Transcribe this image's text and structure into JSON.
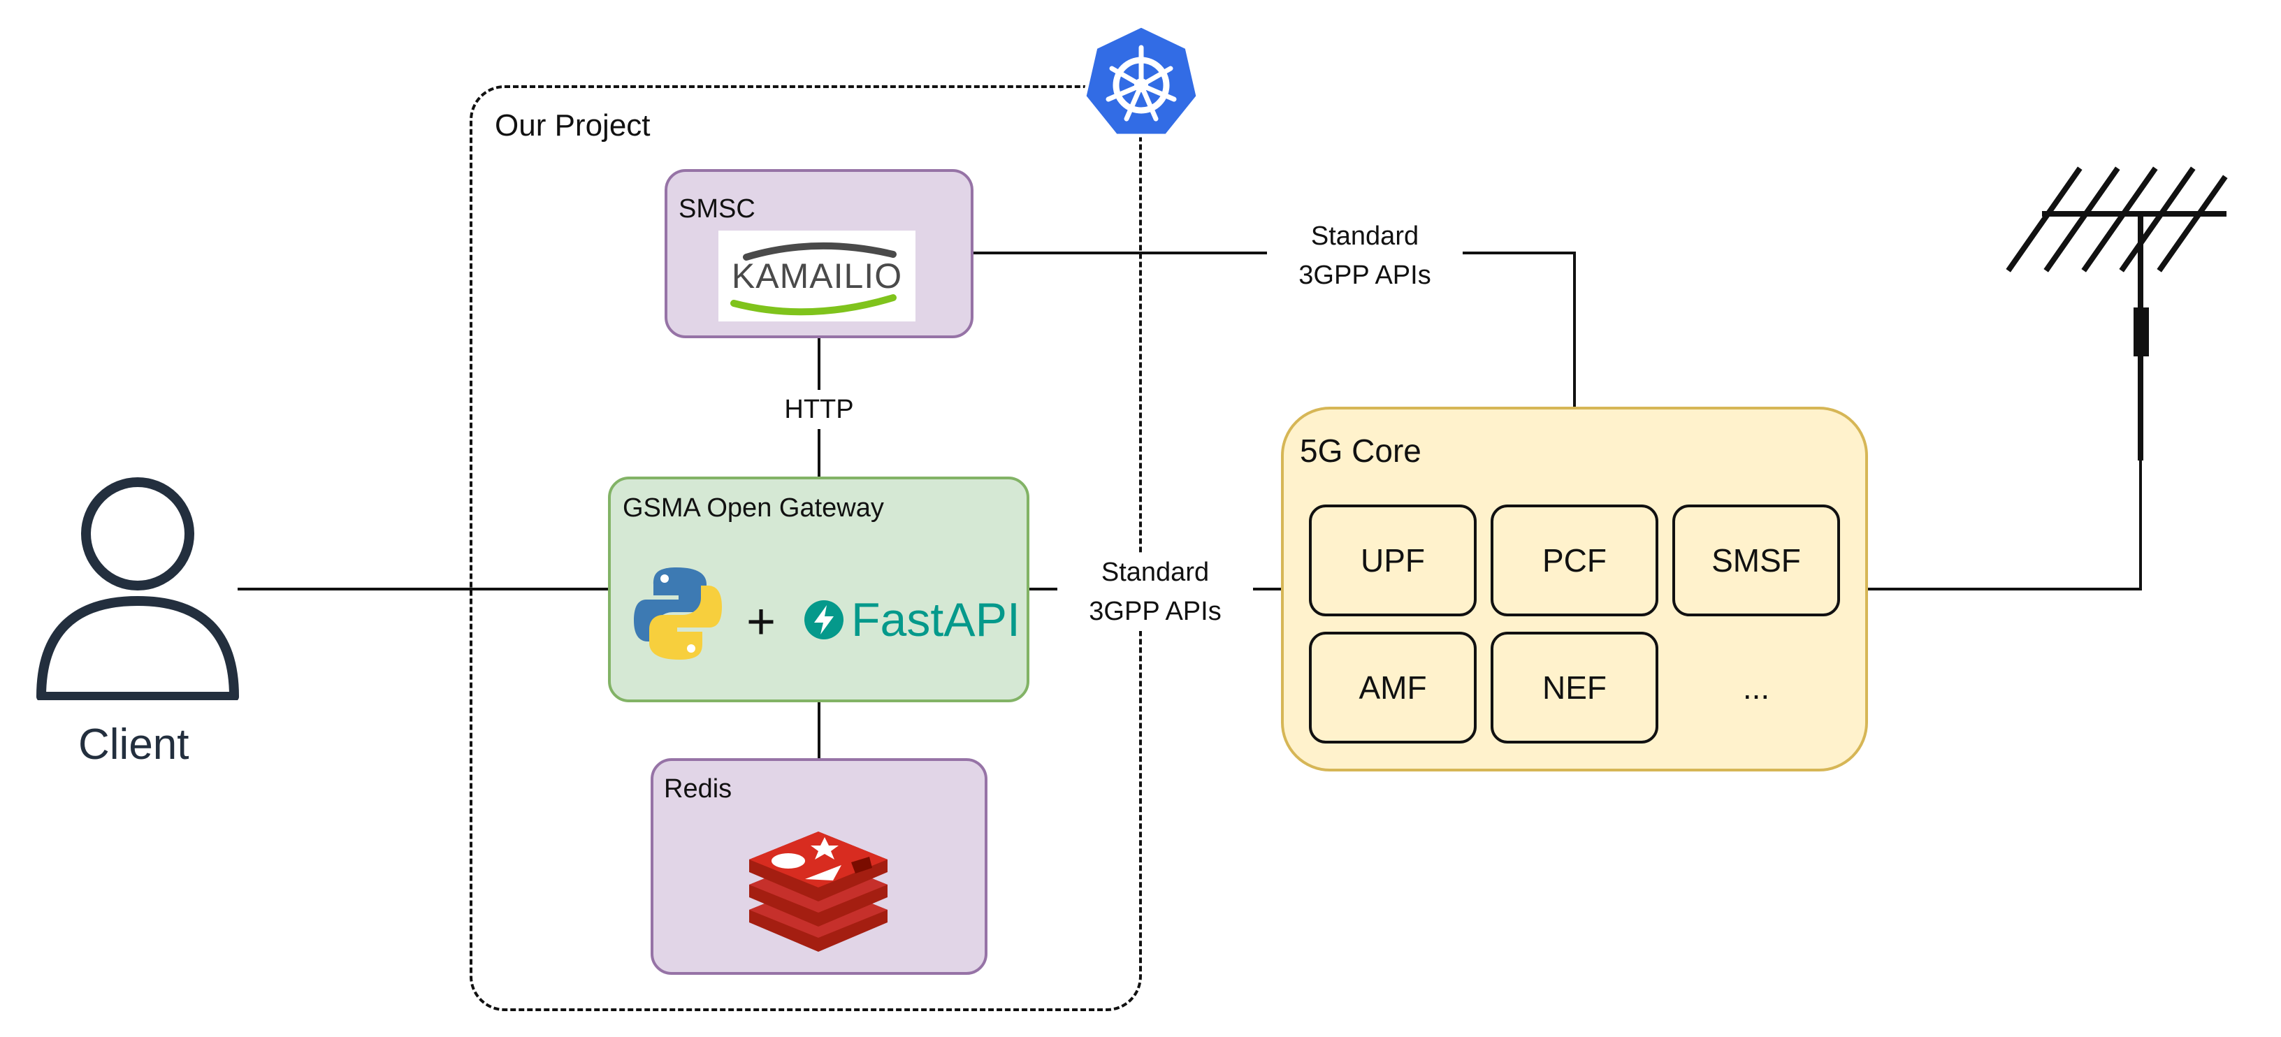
{
  "group": {
    "label": "Our Project"
  },
  "client": {
    "label": "Client"
  },
  "smsc": {
    "label": "SMSC",
    "logo_text": "KAMAILIO"
  },
  "gateway": {
    "label": "GSMA Open Gateway",
    "plus": "+",
    "fastapi_text": "FastAPI"
  },
  "redis": {
    "label": "Redis"
  },
  "core": {
    "label": "5G Core",
    "functions": [
      {
        "label": "UPF"
      },
      {
        "label": "PCF"
      },
      {
        "label": "SMSF"
      },
      {
        "label": "AMF"
      },
      {
        "label": "NEF"
      },
      {
        "label": "..."
      }
    ]
  },
  "edges": {
    "smsc_core": {
      "line1": "Standard",
      "line2": "3GPP APIs"
    },
    "smsc_gateway": {
      "label": "HTTP"
    },
    "gateway_core": {
      "line1": "Standard",
      "line2": "3GPP APIs"
    }
  },
  "colors": {
    "purple_fill": "#e1d5e7",
    "purple_stroke": "#9673a6",
    "green_fill": "#d5e8d4",
    "green_stroke": "#82b366",
    "yellow_fill": "#fff2cc",
    "yellow_stroke": "#d6b656",
    "kubernetes_blue": "#326ce5",
    "redis_red": "#c6302b",
    "fastapi_teal": "#05998b",
    "client_dark": "#232f3e"
  },
  "icons": [
    "kubernetes-icon",
    "client-person-icon",
    "kamailio-logo",
    "python-logo",
    "fastapi-logo",
    "redis-logo",
    "antenna-icon"
  ]
}
